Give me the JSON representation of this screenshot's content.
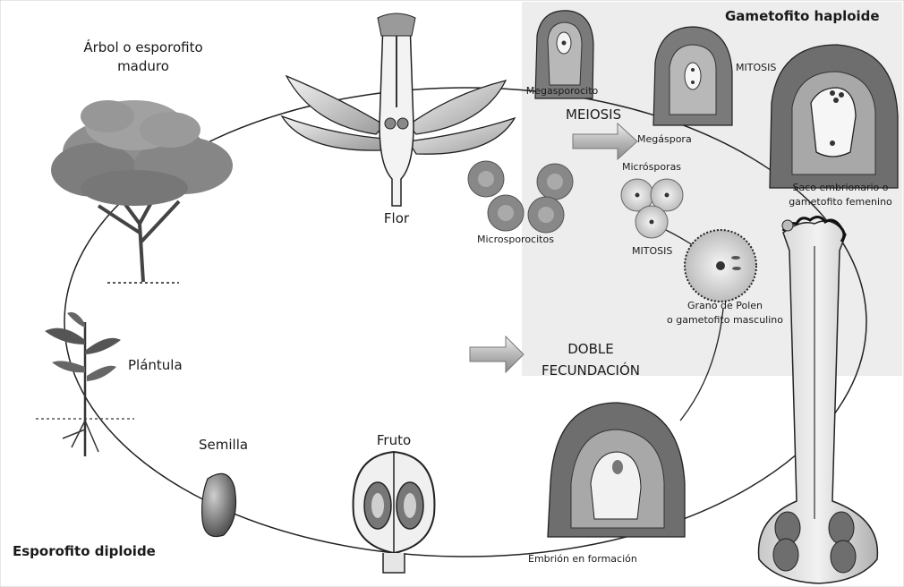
{
  "labels": {
    "arbol_line1": "Árbol o esporofito",
    "arbol_line2": "maduro",
    "flor": "Flor",
    "megasporocito": "Megasporocito",
    "meiosis": "MEIOSIS",
    "megaspora": "Megáspora",
    "mitosis_top": "MITOSIS",
    "gametofito_haploide": "Gametofito haploide",
    "saco_line1": "Saco embrionario o",
    "saco_line2": "gametofito femenino",
    "microsporas": "Micrósporas",
    "microsporocitos": "Microsporocitos",
    "mitosis_mid": "MITOSIS",
    "grano_line1": "Grano de Polen",
    "grano_line2": "o gametofito masculino",
    "doble": "DOBLE",
    "fecundacion": "FECUNDACIÓN",
    "plantula": "Plántula",
    "semilla": "Semilla",
    "fruto": "Fruto",
    "embrion": "Embrión en formación",
    "esporofito_diploide": "Esporofito diploide"
  }
}
